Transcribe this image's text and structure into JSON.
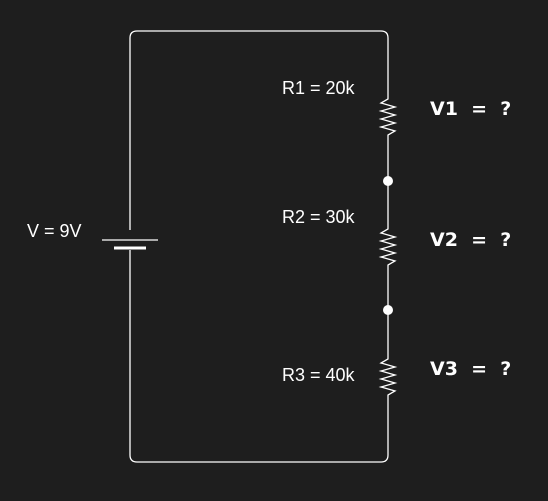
{
  "colors": {
    "background": "#1e1e1e",
    "wire": "#ffffff",
    "text": "#ffffff"
  },
  "source": {
    "label": "V = 9V"
  },
  "resistors": [
    {
      "label": "R1 = 20k",
      "voltage_label": "V1  =  ?"
    },
    {
      "label": "R2 = 30k",
      "voltage_label": "V2  =  ?"
    },
    {
      "label": "R3 = 40k",
      "voltage_label": "V3  =  ?"
    }
  ],
  "nodes": [
    {
      "icon": "junction-dot"
    },
    {
      "icon": "junction-dot"
    }
  ]
}
